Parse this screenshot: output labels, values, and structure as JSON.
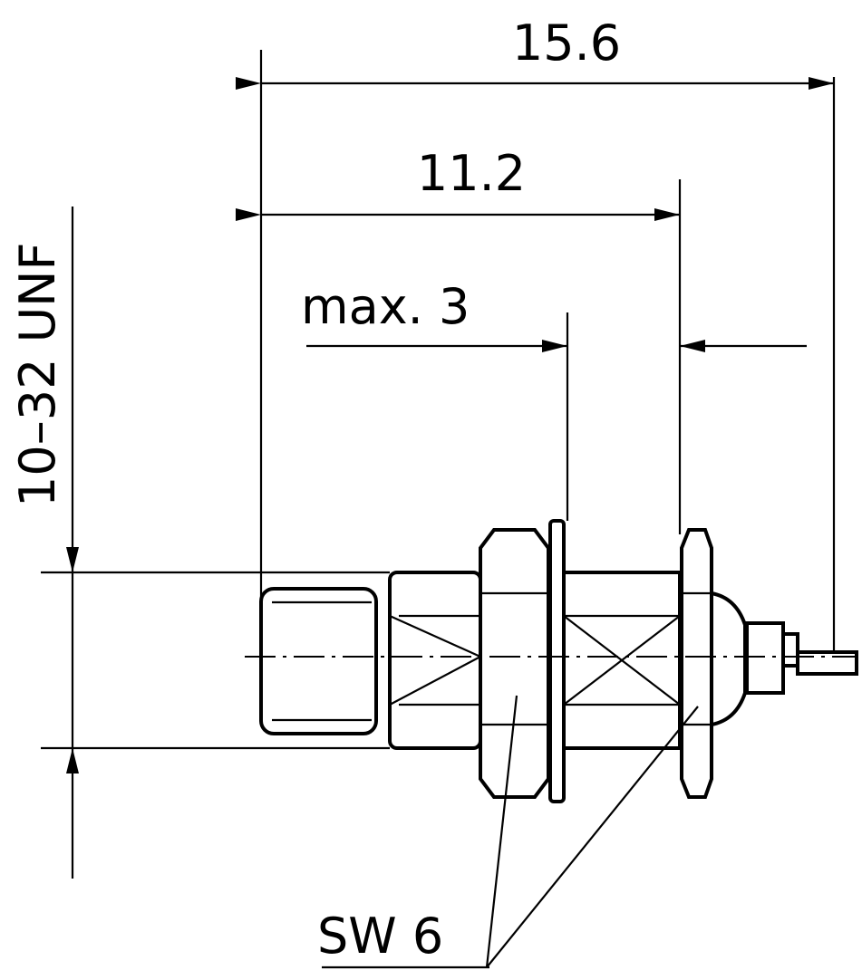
{
  "dimensions": {
    "overall_length": "15.6",
    "body_length": "11.2",
    "panel_thickness": "max. 3",
    "thread": "10–32 UNF",
    "wrench_size": "SW 6"
  },
  "colors": {
    "line": "#000000",
    "background": "#ffffff"
  }
}
